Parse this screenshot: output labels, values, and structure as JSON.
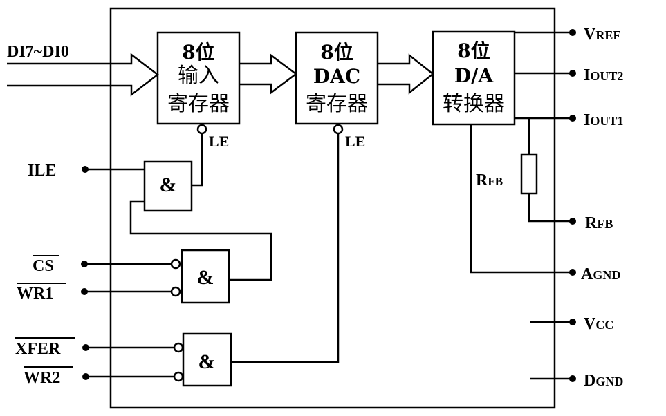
{
  "blocks": {
    "input_register": {
      "line1": "8位",
      "line2": "输入",
      "line3": "寄存器",
      "enable": "LE"
    },
    "dac_register": {
      "line1": "8位",
      "line2": "DAC",
      "line3": "寄存器",
      "enable": "LE"
    },
    "converter": {
      "line1": "8位",
      "line2": "D/A",
      "line3": "转换器"
    }
  },
  "bus_input": "DI7~DI0",
  "gates": {
    "and_symbol": "&"
  },
  "pins_left": {
    "ile": "ILE",
    "cs": "CS",
    "wr1": "WR1",
    "xfer": "XFER",
    "wr2": "WR2"
  },
  "pins_right": {
    "vref": {
      "main": "V",
      "sub": "REF"
    },
    "iout2": {
      "main": "I",
      "sub": "OUT2"
    },
    "iout1": {
      "main": "I",
      "sub": "OUT1"
    },
    "rfb": {
      "main": "R",
      "sub": "FB"
    },
    "agnd": {
      "main": "A",
      "sub": "GND"
    },
    "vcc": {
      "main": "V",
      "sub": "CC"
    },
    "dgnd": {
      "main": "D",
      "sub": "GND"
    }
  },
  "resistor_label": {
    "main": "R",
    "sub": "FB"
  }
}
